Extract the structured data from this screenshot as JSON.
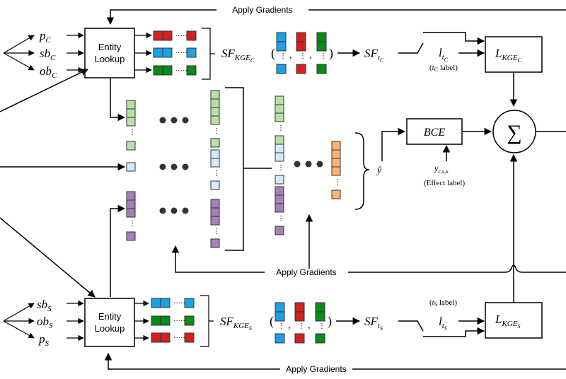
{
  "colors": {
    "red": "#d42020",
    "blue": "#1ba1e2",
    "green": "#0a8a1a",
    "light_green": "#b9e0a5",
    "light_blue": "#dae8fc",
    "purple": "#a680b8",
    "orange": "#ffb570"
  },
  "apply_gradients": {
    "top": "Apply Gradients",
    "middle": "Apply Gradients",
    "bottom": "Apply Gradients"
  },
  "entity_lookup": {
    "top_line1": "Entity",
    "top_line2": "Lookup",
    "bottom_line1": "Entity",
    "bottom_line2": "Lookup"
  },
  "inputs_top": [
    {
      "base": "p",
      "sub": "C"
    },
    {
      "base": "sb",
      "sub": "C"
    },
    {
      "base": "ob",
      "sub": "C"
    }
  ],
  "inputs_bottom": [
    {
      "base": "sb",
      "sub": "S"
    },
    {
      "base": "ob",
      "sub": "S"
    },
    {
      "base": "p",
      "sub": "S"
    }
  ],
  "top_branch": {
    "sf_kge": {
      "base": "SF",
      "sub": "KGE",
      "subsub": "C"
    },
    "sf_t": {
      "base": "SF",
      "sub": "t",
      "subsub": "C"
    },
    "l_t": {
      "base": "l",
      "sub": "t",
      "subsub": "C"
    },
    "label_note": {
      "open": "(",
      "sym": "t",
      "sub": "C",
      "rest": " label)"
    },
    "loss": {
      "base": "L",
      "sub": "KGE",
      "subsub": "C"
    }
  },
  "bottom_branch": {
    "sf_kge": {
      "base": "SF",
      "sub": "KGE",
      "subsub": "S"
    },
    "sf_t": {
      "base": "SF",
      "sub": "t",
      "subsub": "S"
    },
    "l_t": {
      "base": "l",
      "sub": "t",
      "subsub": "S"
    },
    "label_note": {
      "open": "(",
      "sym": "t",
      "sub": "S",
      "rest": " label)"
    },
    "loss": {
      "base": "L",
      "sub": "KGE",
      "subsub": "S"
    }
  },
  "tuple": {
    "open": "(",
    "close": ")",
    "comma": ","
  },
  "middle": {
    "y_hat": "ŷ",
    "bce": "BCE",
    "y_label": {
      "base": "y",
      "sub": "c,s,κ"
    },
    "effect_label": "(Effect label)",
    "sum_symbol": "∑"
  }
}
